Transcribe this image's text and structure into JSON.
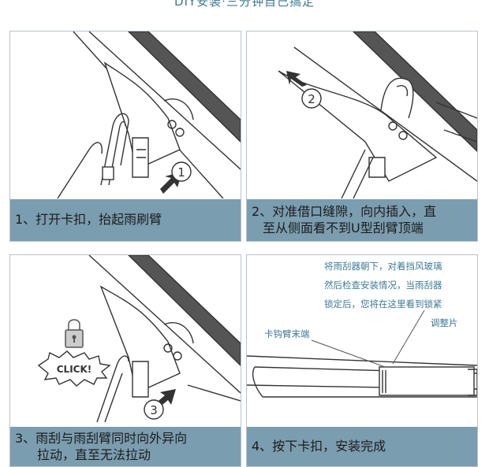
{
  "header": {
    "title": "DIY安装·三分钟自己搞定"
  },
  "steps": [
    {
      "number": "1",
      "caption": "1、打开卡扣，抬起雨刷臂"
    },
    {
      "number": "2",
      "caption_line1": "2、对准借口缝隙，向内插入，直",
      "caption_line2": "至从侧面看不到U型刮臂顶端"
    },
    {
      "number": "3",
      "badge": "CLICK!",
      "caption_line1": "3、雨刮与雨刮臂同时向外异向",
      "caption_line2": "拉动，直至无法拉动"
    },
    {
      "number": "4",
      "caption": "4、按下卡扣，安装完成",
      "note_lines": [
        "将雨刮器朝下，对着挡风玻璃",
        "然后检查安装情况，当雨刮器",
        "锁定后，您将在这里看到锁紧",
        "调整片"
      ],
      "label": "卡钩臂末端"
    }
  ],
  "colors": {
    "caption_bg": "#7b9db0",
    "accent": "#3d7a95",
    "line_art": "#333333",
    "rail": "#555555"
  }
}
